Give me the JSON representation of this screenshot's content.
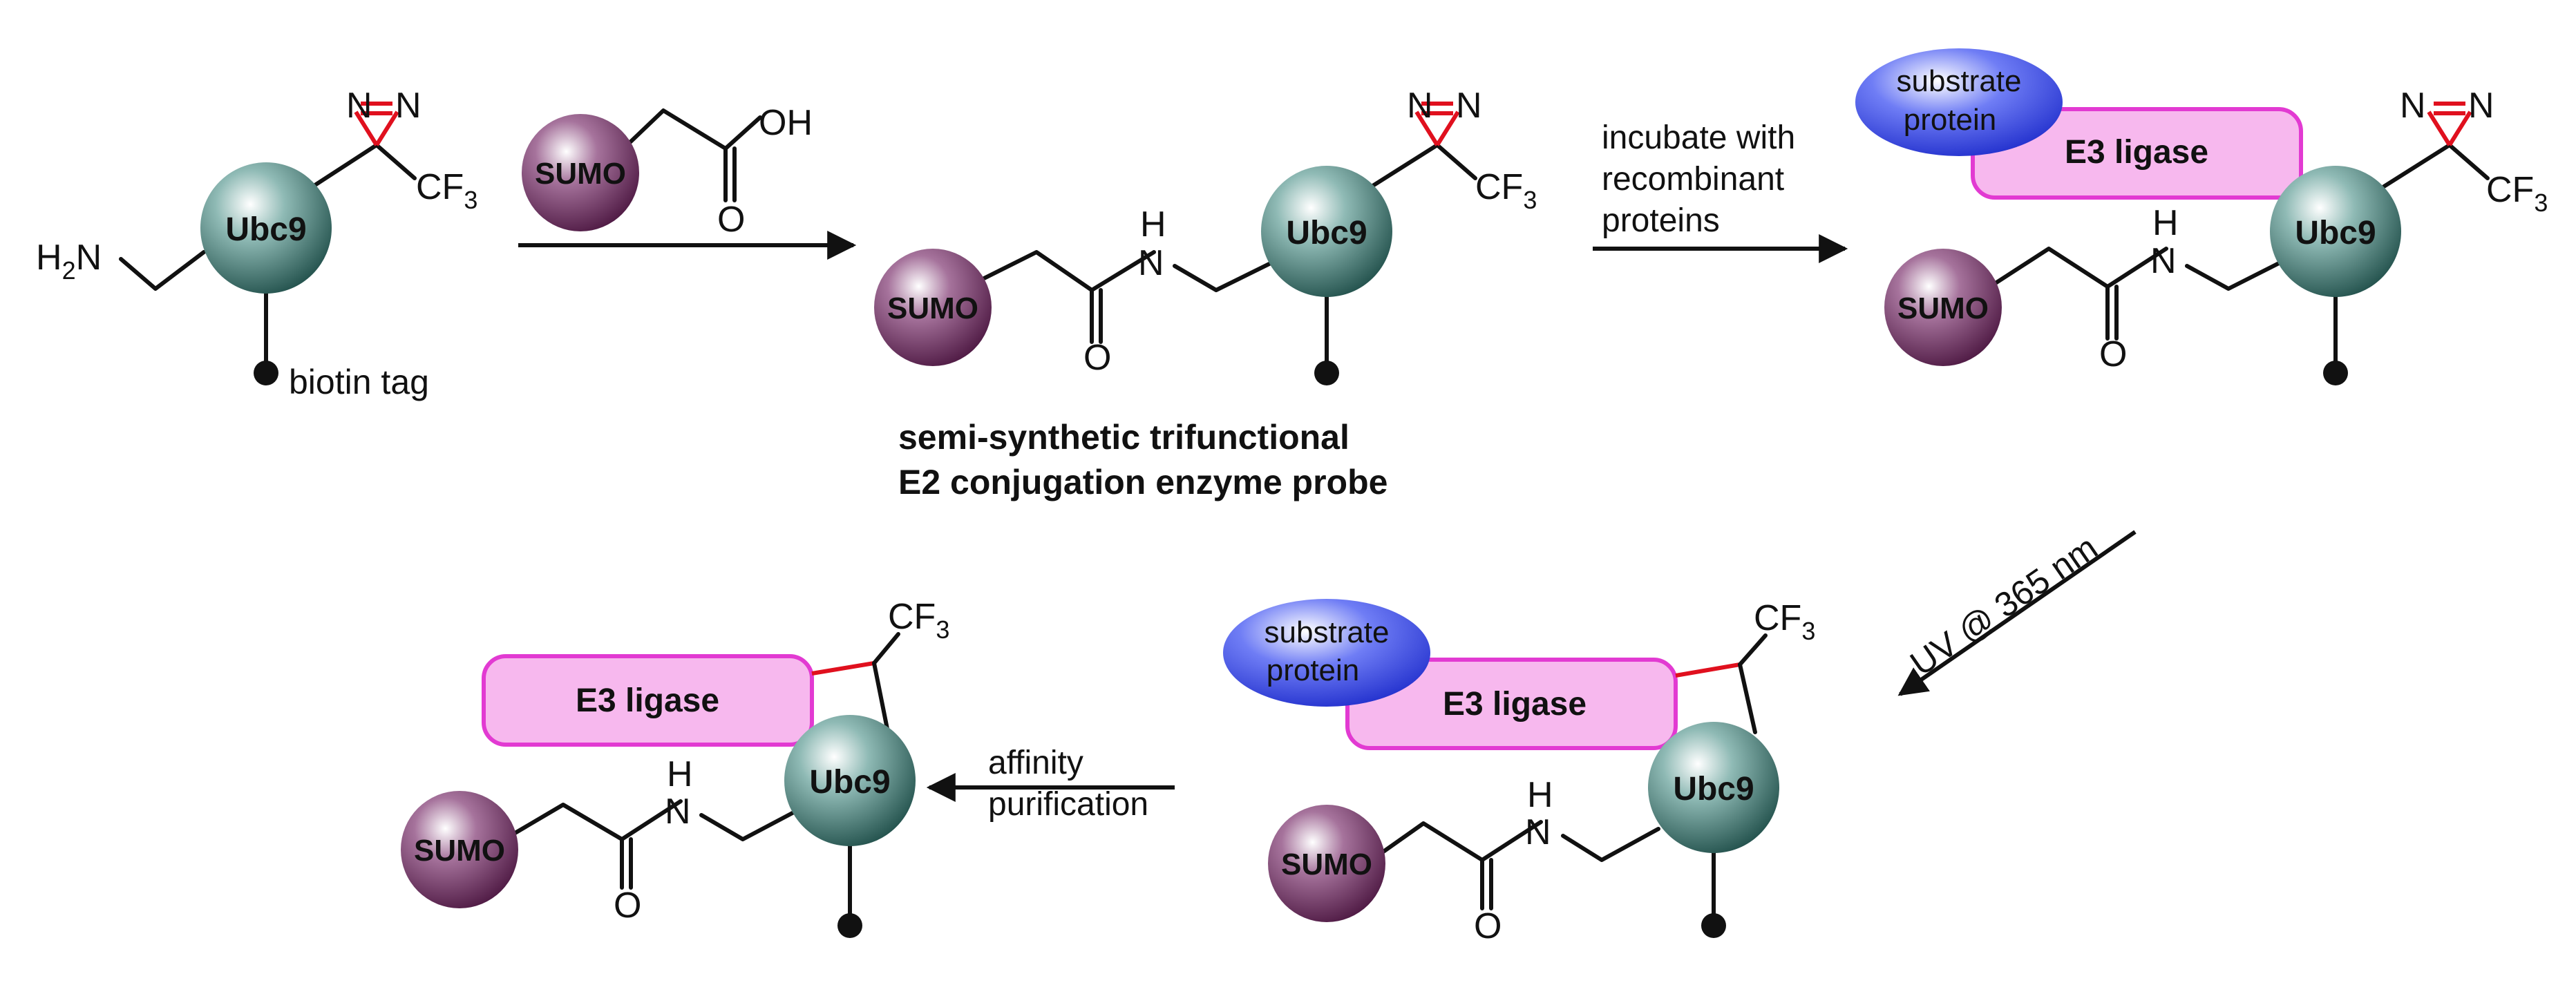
{
  "labels": {
    "ubc9": "Ubc9",
    "sumo": "SUMO",
    "e3": "E3 ligase",
    "substrate_line1": "substrate",
    "substrate_line2": "protein",
    "cf3_base": "CF",
    "cf3_sub": "3",
    "n": "N",
    "h": "H",
    "o": "O",
    "oh": "OH",
    "h2n_h": "H",
    "h2n_sub": "2",
    "h2n_n": "N",
    "biotin": "biotin tag",
    "probe_line1": "semi-synthetic trifunctional",
    "probe_line2": "E2 conjugation enzyme probe",
    "step1_line1": "incubate with",
    "step1_line2": "recombinant",
    "step1_line3": "proteins",
    "uv": "UV @ 365 nm",
    "affinity_line1": "affinity",
    "affinity_line2": "purification"
  },
  "colors": {
    "ubc9": "#2d5f5a",
    "sumo": "#5a1f4e",
    "e3_fill": "#f7b8ee",
    "e3_stroke": "#e23ad2",
    "substrate": "#2f3fe0",
    "diazirine": "#e0101e",
    "crosslink": "#e0101e"
  }
}
